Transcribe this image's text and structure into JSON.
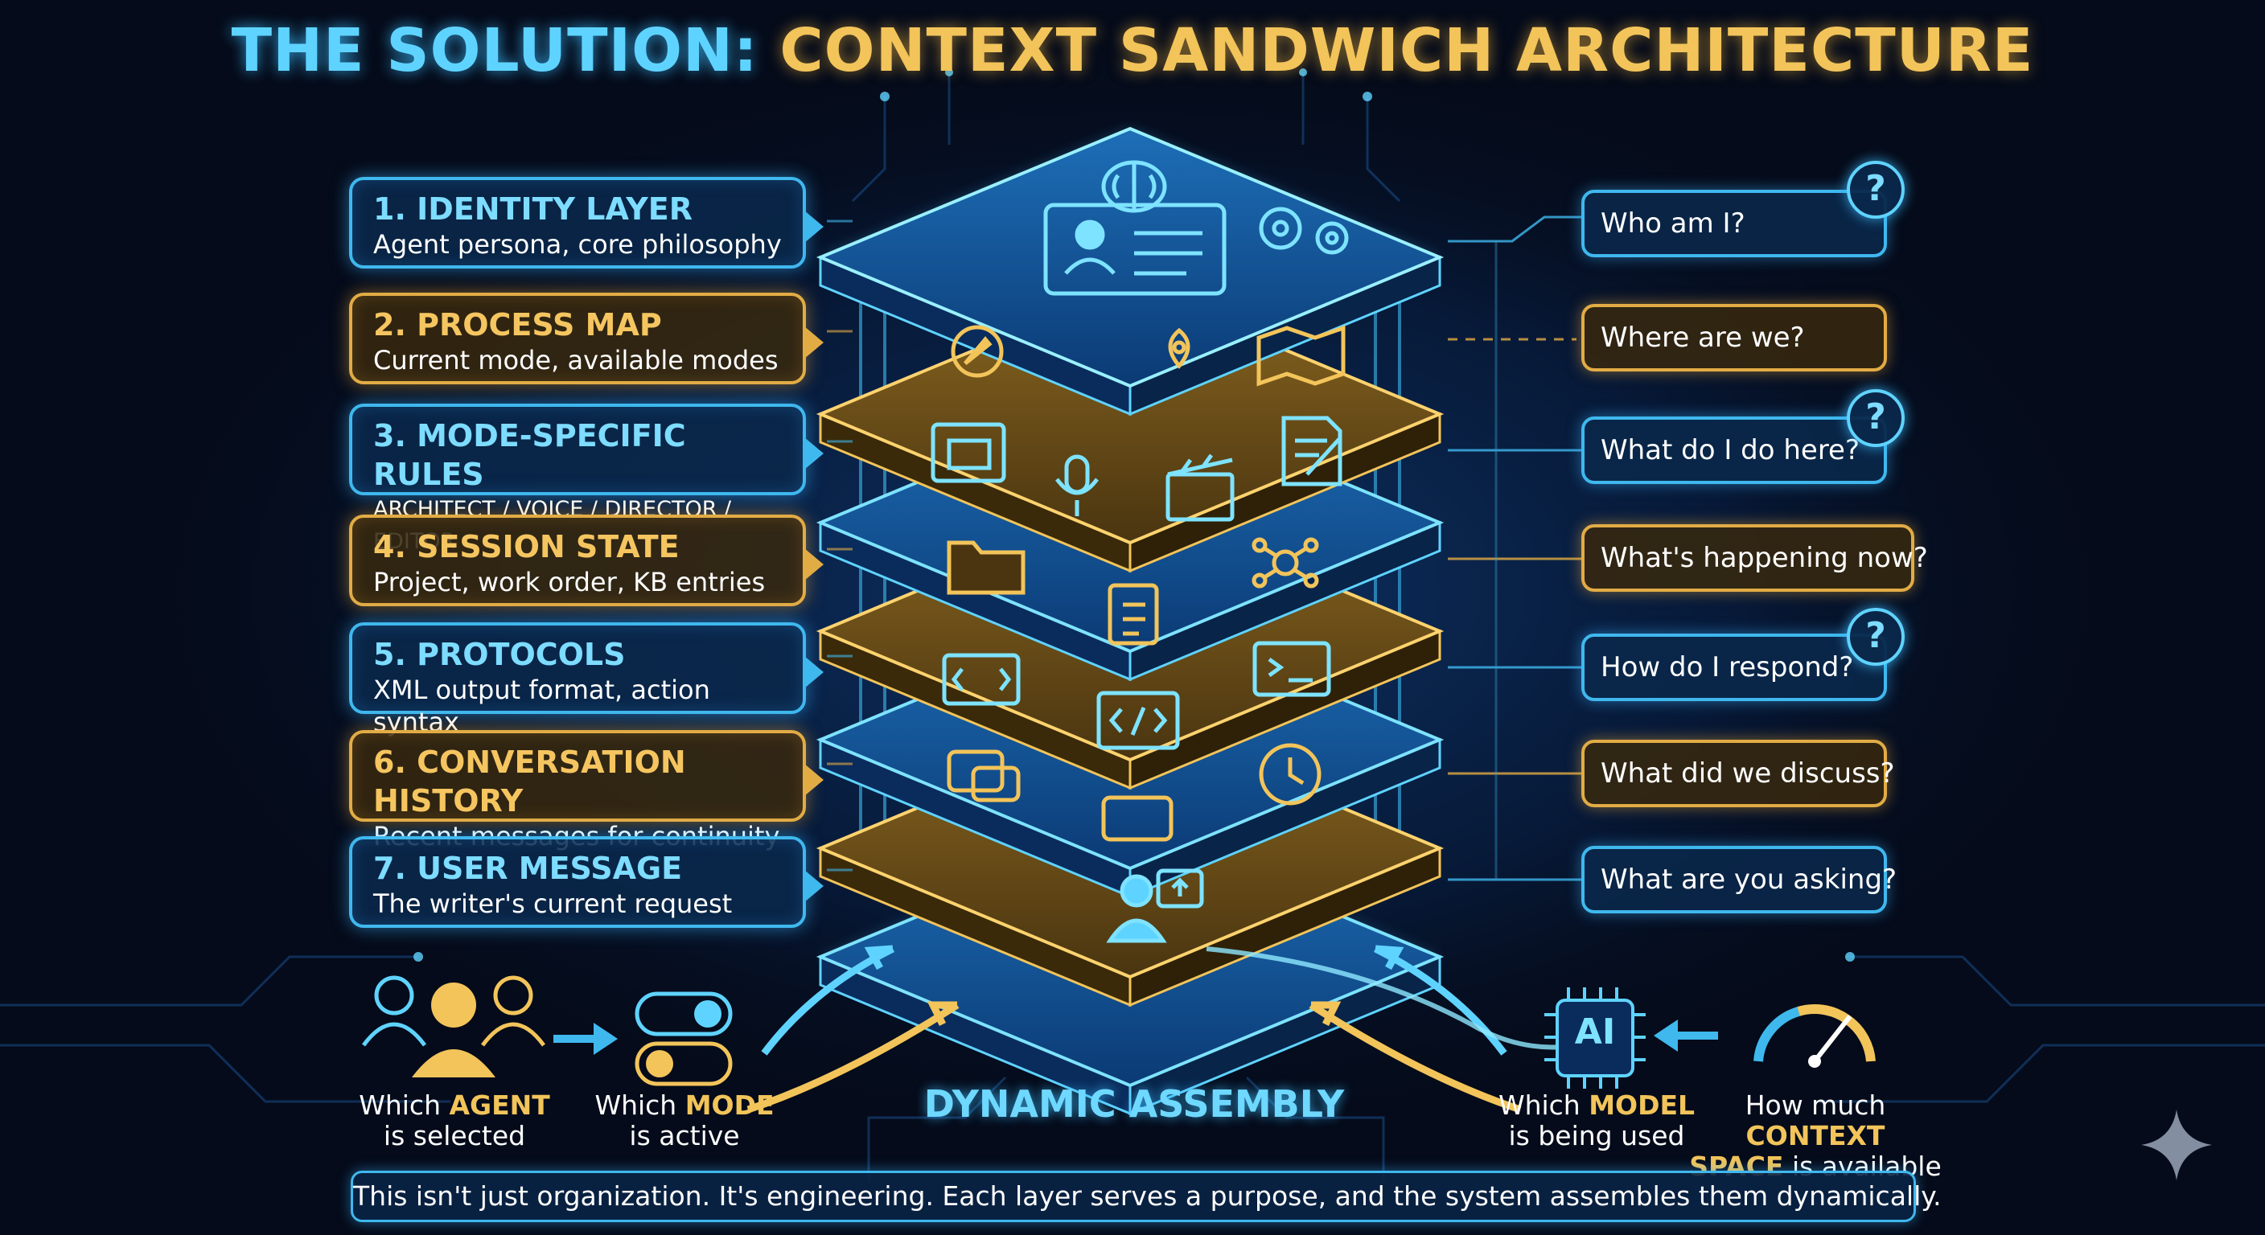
{
  "title": {
    "part1": "THE SOLUTION:",
    "part2": "CONTEXT SANDWICH ARCHITECTURE"
  },
  "layers": [
    {
      "title": "1. IDENTITY LAYER",
      "desc": "Agent persona, core philosophy",
      "tone": "blue"
    },
    {
      "title": "2. PROCESS MAP",
      "desc": "Current mode, available modes",
      "tone": "gold"
    },
    {
      "title": "3. MODE-SPECIFIC RULES",
      "desc": "ARCHITECT / VOICE / DIRECTOR / EDITOR",
      "tone": "blue"
    },
    {
      "title": "4. SESSION STATE",
      "desc": "Project, work order, KB entries",
      "tone": "gold"
    },
    {
      "title": "5. PROTOCOLS",
      "desc": "XML output format, action syntax",
      "tone": "blue"
    },
    {
      "title": "6. CONVERSATION HISTORY",
      "desc": "Recent messages for continuity",
      "tone": "gold"
    },
    {
      "title": "7. USER MESSAGE",
      "desc": "The writer's current request",
      "tone": "blue"
    }
  ],
  "questions": [
    "Who am I?",
    "Where are we?",
    "What do I do here?",
    "What's happening now?",
    "How do I respond?",
    "What did we discuss?",
    "What are you asking?"
  ],
  "question_mark": "?",
  "inputs": {
    "agent": {
      "pre": "Which ",
      "hl": "AGENT",
      "post": "is selected"
    },
    "mode": {
      "pre": "Which ",
      "hl": "MODE",
      "post": "is active"
    },
    "model": {
      "pre": "Which ",
      "hl": "MODEL",
      "post": "is being used"
    },
    "context": {
      "pre": "How much ",
      "hl": "CONTEXT",
      "hl2": "SPACE",
      "post": " is available"
    }
  },
  "ai_chip_label": "AI",
  "dynamic_assembly": "DYNAMIC ASSEMBLY",
  "footer": "This isn't just organization. It's engineering. Each layer serves a purpose, and the system assembles them dynamically.",
  "colors": {
    "blue": "#3fb8ee",
    "gold": "#e2ac45",
    "background": "#050b1a"
  },
  "icons": [
    "brain-icon",
    "id-card-icon",
    "gears-icon",
    "compass-icon",
    "map-pin-icon",
    "map-icon",
    "blueprint-icon",
    "microphone-icon",
    "clapperboard-icon",
    "document-edit-icon",
    "folder-icon",
    "clipboard-icon",
    "database-icon",
    "markup-icon",
    "code-icon",
    "terminal-icon",
    "chat-icon",
    "clock-icon",
    "user-upload-icon",
    "people-icon",
    "toggle-icon",
    "ai-chip-icon",
    "gauge-icon",
    "sparkle-icon"
  ]
}
